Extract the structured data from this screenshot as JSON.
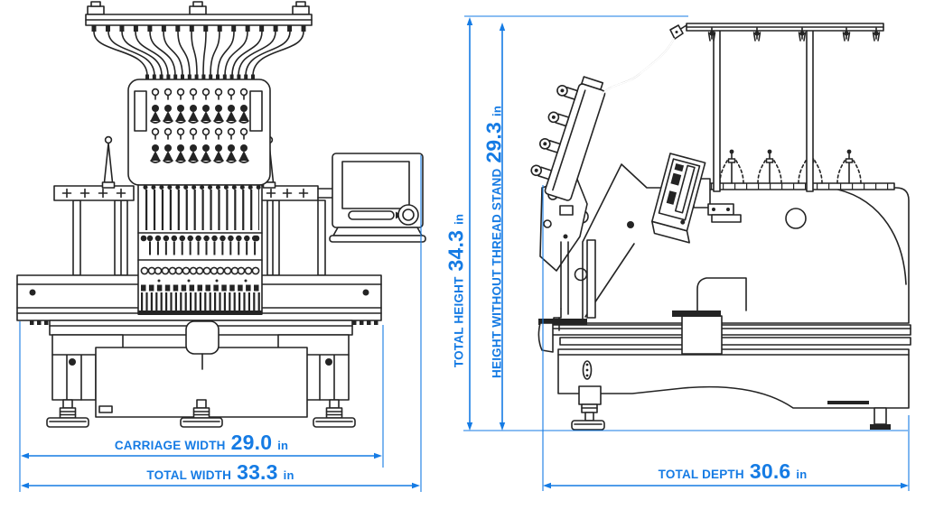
{
  "colors": {
    "dimension": "#157be4",
    "line_art": "#242424",
    "background": "#ffffff"
  },
  "front_view": {
    "carriage_width": {
      "label": "CARRIAGE WIDTH",
      "value": "29.0",
      "unit": "in"
    },
    "total_width": {
      "label": "TOTAL WIDTH",
      "value": "33.3",
      "unit": "in"
    }
  },
  "side_view": {
    "total_height": {
      "label": "TOTAL HEIGHT",
      "value": "34.3",
      "unit": "in"
    },
    "height_without_thread_stand": {
      "label": "HEIGHT WITHOUT THREAD STAND",
      "value": "29.3",
      "unit": "in"
    },
    "total_depth": {
      "label": "TOTAL DEPTH",
      "value": "30.6",
      "unit": "in"
    }
  }
}
